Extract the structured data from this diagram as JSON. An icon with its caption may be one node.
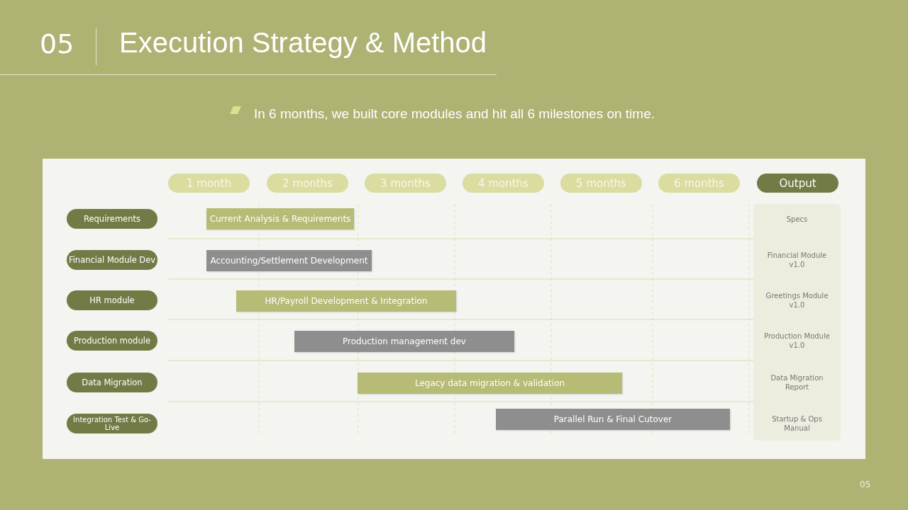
{
  "diagram": {
    "title": "Execution Strategy & Method",
    "nodes": [
      {
        "text": [],
        "shape": "box"
      },
      {
        "text": [
          "1 month"
        ],
        "in": 0
      },
      {
        "text": [
          "2 months"
        ],
        "in": 0
      },
      {
        "text": [
          "3 months"
        ],
        "in": 0
      },
      {
        "text": [
          "4 months"
        ],
        "in": 0
      },
      {
        "text": [
          "5 months"
        ],
        "in": 0
      },
      {
        "text": [
          "6 months"
        ],
        "in": 0
      },
      {
        "text": [
          "Output"
        ],
        "in": 0
      },
      {
        "text": [],
        "shape": "box",
        "in": 0
      },
      {
        "text": [
          "Requirements"
        ],
        "in": 0
      },
      {
        "text": [
          "Current Analysis & Requirements"
        ],
        "in": 0
      },
      {
        "text": [
          "Specs"
        ],
        "in": 8
      },
      {
        "text": [
          "Financial Module Dev"
        ],
        "in": 0
      },
      {
        "text": [
          "Accounting/Settlement Development"
        ],
        "in": 0
      },
      {
        "text": [
          "Financial Module v1.0"
        ],
        "in": 8
      },
      {
        "text": [
          "HR module"
        ],
        "in": 0
      },
      {
        "text": [
          "HR/Payroll Development & Integration"
        ],
        "in": 0
      },
      {
        "text": [
          "Greetings Module v1.0"
        ],
        "in": 8
      },
      {
        "text": [
          "Production module"
        ],
        "in": 0
      },
      {
        "text": [
          "Production management dev"
        ],
        "in": 0
      },
      {
        "text": [
          "Production Module v1.0"
        ],
        "in": 8
      },
      {
        "text": [
          "Data Migration"
        ],
        "in": 0
      },
      {
        "text": [
          "Legacy data migration & validation"
        ],
        "in": 0
      },
      {
        "text": [
          "Data Migration Report"
        ],
        "in": 8
      },
      {
        "text": [
          "Integration Test & Go-Live"
        ],
        "in": 0
      },
      {
        "text": [
          "Parallel Run & Final Cutover"
        ],
        "in": 0
      },
      {
        "text": [
          "Startup & Ops Manual"
        ],
        "in": 8
      }
    ],
    "labels": [
      "05",
      "In 6 months, we built core modules and hit all 6 milestones on time.",
      "05"
    ]
  }
}
